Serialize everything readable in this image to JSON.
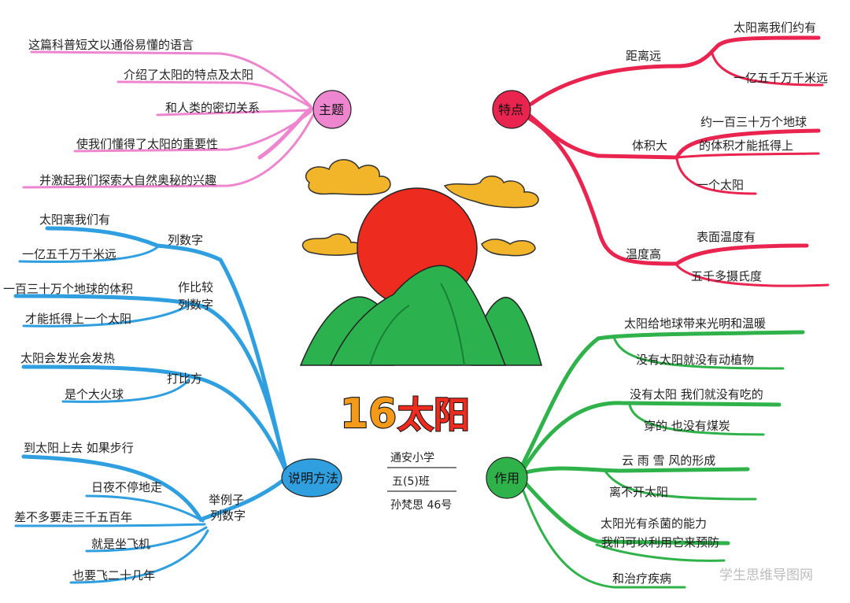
{
  "title": {
    "number": "16",
    "text": "太阳"
  },
  "author": {
    "school": "通安小学",
    "class": "五(5)班",
    "name": "孙梵思 46号"
  },
  "watermark": "学生思维导图网",
  "colors": {
    "theme": "#ee85cf",
    "features": "#e8244f",
    "methods": "#2f9fe0",
    "effects": "#2fb24a",
    "sun": "#ee2b1f",
    "mountain": "#2bb24f",
    "cloud": "#f2b52a"
  },
  "branches": {
    "theme": {
      "label": "主题",
      "items": [
        "这篇科普短文以通俗易懂的语言",
        "介绍了太阳的特点及太阳",
        "和人类的密切关系",
        "使我们懂得了太阳的重要性",
        "并激起我们探索大自然奥秘的兴趣"
      ]
    },
    "features": {
      "label": "特点",
      "groups": [
        {
          "label": "距离远",
          "items": [
            "太阳离我们约有",
            "一亿五千万千米远"
          ]
        },
        {
          "label": "体积大",
          "items": [
            "约一百三十万个地球",
            "的体积才能抵得上",
            "一个太阳"
          ]
        },
        {
          "label": "温度高",
          "items": [
            "表面温度有",
            "五千多摄氏度"
          ]
        }
      ]
    },
    "methods": {
      "label": "说明方法",
      "groups": [
        {
          "label": "列数字",
          "items": [
            "太阳离我们有",
            "一亿五千万千米远"
          ]
        },
        {
          "label": "作比较",
          "label2": "列数字",
          "items": [
            "一百三十万个地球的体积",
            "才能抵得上一个太阳"
          ]
        },
        {
          "label": "打比方",
          "items": [
            "太阳会发光会发热",
            "是个大火球"
          ]
        },
        {
          "label": "举例子",
          "label2": "列数字",
          "items": [
            "到太阳上去  如果步行",
            "日夜不停地走",
            "差不多要走三千五百年",
            "就是坐飞机",
            "也要飞二十几年"
          ]
        }
      ]
    },
    "effects": {
      "label": "作用",
      "items": [
        "太阳给地球带来光明和温暖",
        "没有太阳就没有动植物",
        "没有太阳  我们就没有吃的",
        "穿的  也没有煤炭",
        "云 雨 雪 风的形成",
        "离不开太阳",
        "太阳光有杀菌的能力",
        "我们可以利用它来预防",
        "和治疗疾病"
      ]
    }
  }
}
